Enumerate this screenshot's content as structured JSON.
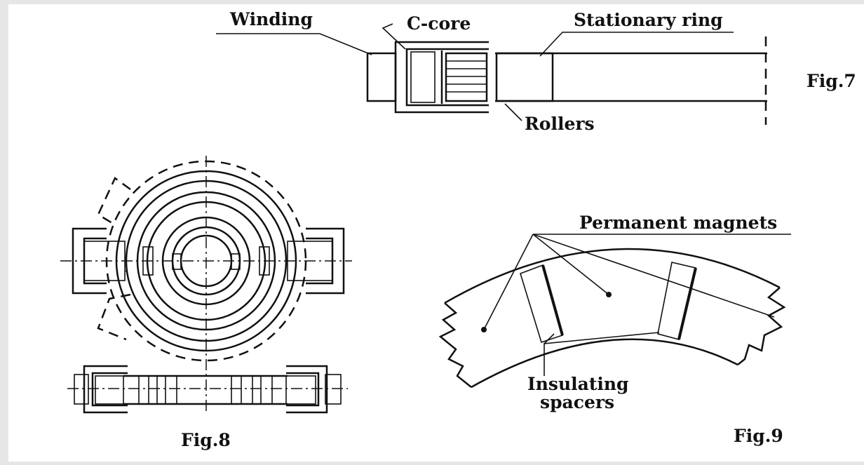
{
  "labels": {
    "winding": "Winding",
    "c_core": "C-core",
    "stationary_ring": "Stationary ring",
    "rollers": "Rollers",
    "fig7": "Fig.7",
    "permanent_magnets": "Permanent magnets",
    "insulating": "Insulating",
    "spacers": "spacers",
    "fig8": "Fig.8",
    "fig9": "Fig.9"
  }
}
